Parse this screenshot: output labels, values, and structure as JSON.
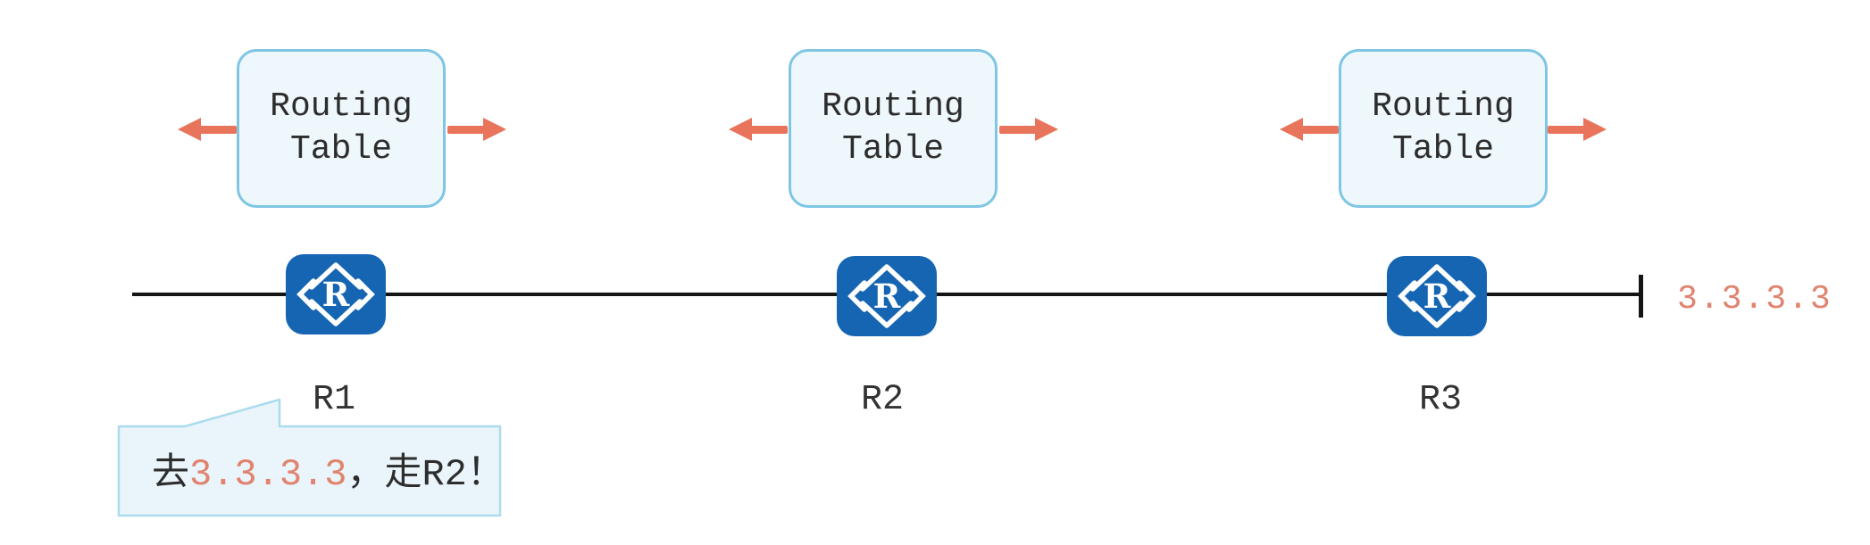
{
  "colors": {
    "router_blue": "#1565b2",
    "salmon": "#e8745b",
    "ip_salmon": "#e0836f",
    "box_border": "#7ec6e4",
    "box_fill": "#eef7fb",
    "bubble_border": "#abdcee",
    "bubble_fill": "#eaf5fb",
    "line": "#141414",
    "text_dark": "#2d2d2d"
  },
  "routers": [
    {
      "name": "R1",
      "icon_letter": "R",
      "table": [
        "Routing",
        "Table"
      ]
    },
    {
      "name": "R2",
      "icon_letter": "R",
      "table": [
        "Routing",
        "Table"
      ]
    },
    {
      "name": "R3",
      "icon_letter": "R",
      "table": [
        "Routing",
        "Table"
      ]
    }
  ],
  "link": {
    "endpoint_label": "3.3.3.3"
  },
  "callout": {
    "prefix": "去",
    "ip": "3.3.3.3",
    "suffix": "，走R2！"
  }
}
